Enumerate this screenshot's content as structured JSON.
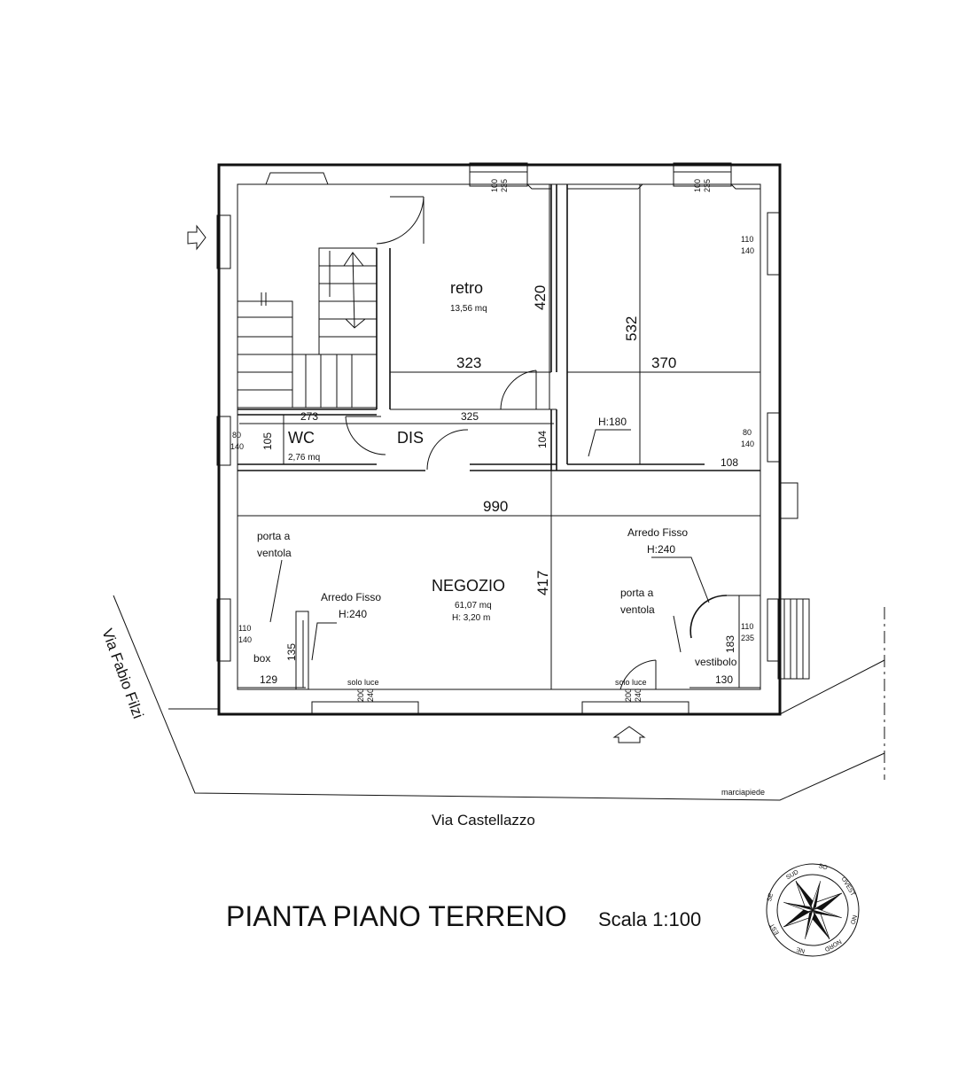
{
  "title": "PIANTA PIANO TERRENO",
  "scale": "Scala 1:100",
  "streets": {
    "castellazzo": "Via Castellazzo",
    "filzi": "Via Fabio Filzi",
    "sidewalk": "marciapiede"
  },
  "rooms": {
    "retro": {
      "name": "retro",
      "area": "13,56 mq"
    },
    "wc": {
      "name": "WC",
      "area": "2,76 mq"
    },
    "dis": {
      "name": "DIS"
    },
    "negozio": {
      "name": "NEGOZIO",
      "area": "61,07 mq",
      "height": "H: 3,20 m"
    },
    "box": {
      "name": "box"
    },
    "vestibolo": {
      "name": "vestibolo"
    }
  },
  "labels": {
    "porta_left_1": "porta a",
    "porta_left_2": "ventola",
    "porta_right_1": "porta a",
    "porta_right_2": "ventola",
    "arredo_left_1": "Arredo Fisso",
    "arredo_left_2": "H:240",
    "arredo_right_1": "Arredo Fisso",
    "arredo_right_2": "H:240",
    "h180": "H:180",
    "solo_luce_1": "solo luce",
    "solo_luce_2": "solo luce"
  },
  "dimensions": {
    "d323": "323",
    "d370": "370",
    "d420": "420",
    "d532": "532",
    "d273": "273",
    "d325": "325",
    "d105": "105",
    "d104": "104",
    "d108": "108",
    "d990": "990",
    "d417": "417",
    "d129": "129",
    "d135": "135",
    "d130": "130",
    "d183": "183"
  },
  "openings": {
    "w_top1_a": "100",
    "w_top1_b": "235",
    "w_top2_a": "100",
    "w_top2_b": "235",
    "w_r1_a": "110",
    "w_r1_b": "140",
    "w_r2_a": "80",
    "w_r2_b": "140",
    "w_r3_a": "110",
    "w_r3_b": "235",
    "w_l1_a": "80",
    "w_l1_b": "140",
    "w_l2_a": "110",
    "w_l2_b": "140",
    "sl1_a": "200",
    "sl1_b": "240",
    "sl2_a": "200",
    "sl2_b": "240"
  },
  "compass": {
    "n": "NORD",
    "ne": "NE",
    "est": "EST",
    "se": "SE",
    "sud": "SUD",
    "so": "SO",
    "ovest": "OVEST",
    "no": "NO"
  }
}
